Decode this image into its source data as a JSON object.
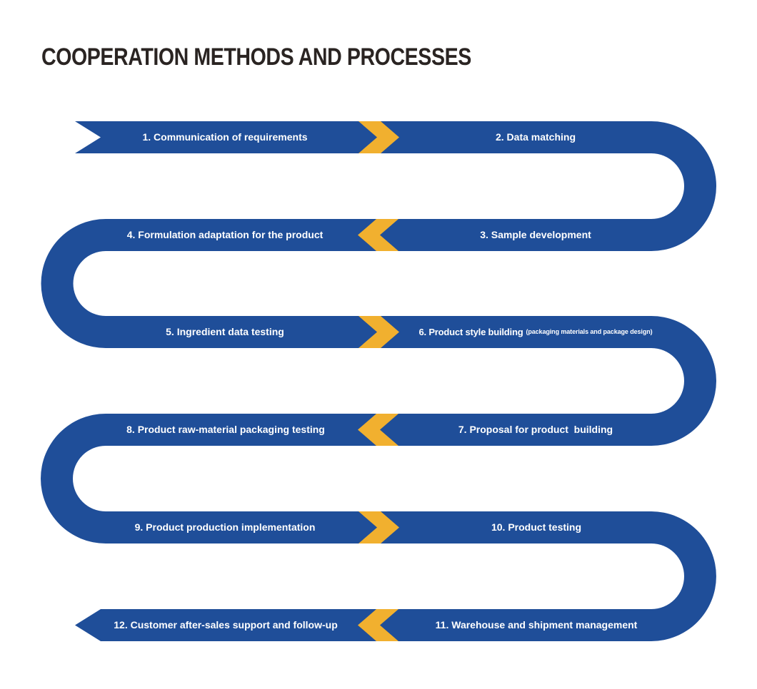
{
  "title": "COOPERATION METHODS AND PROCESSES",
  "colors": {
    "ribbon_blue": "#1F4E99",
    "chevron_yellow": "#F1B02F",
    "title_color": "#2A2422",
    "label_white": "#FFFFFF",
    "background": "#FFFFFF"
  },
  "diagram": {
    "type": "serpentine-process-flow",
    "arrow_directions_by_row": [
      "right",
      "left",
      "right",
      "left",
      "right",
      "left"
    ],
    "steps": [
      {
        "label": "1. Communication of requirements"
      },
      {
        "label": "2. Data matching"
      },
      {
        "label": "3. Sample development"
      },
      {
        "label": "4. Formulation adaptation for the product"
      },
      {
        "label": "5. Ingredient data testing"
      },
      {
        "label": "6. Product style building",
        "note": "(packaging materials and package design)"
      },
      {
        "label": "7. Proposal for product  building"
      },
      {
        "label": "8. Product raw-material packaging testing"
      },
      {
        "label": "9. Product production implementation"
      },
      {
        "label": "10. Product testing"
      },
      {
        "label": "11. Warehouse and shipment management"
      },
      {
        "label": "12. Customer after-sales support and follow-up"
      }
    ]
  }
}
